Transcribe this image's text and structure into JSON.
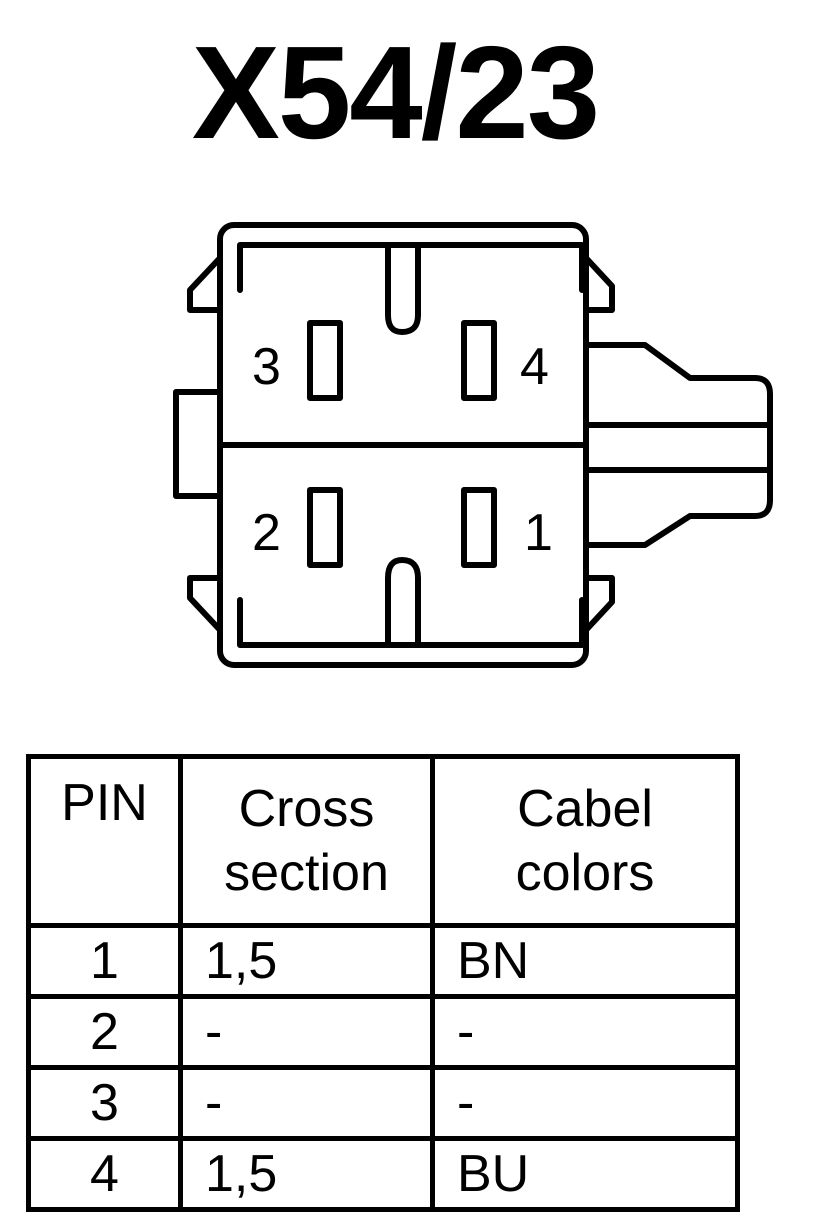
{
  "title": "X54/23",
  "connector": {
    "pins": [
      {
        "number": "3",
        "row": "top",
        "side": "left"
      },
      {
        "number": "4",
        "row": "top",
        "side": "right"
      },
      {
        "number": "2",
        "row": "bottom",
        "side": "left"
      },
      {
        "number": "1",
        "row": "bottom",
        "side": "right"
      }
    ]
  },
  "table": {
    "headers": {
      "pin": "PIN",
      "cross_section_line1": "Cross",
      "cross_section_line2": "section",
      "cable_colors_line1": "Cabel",
      "cable_colors_line2": "colors"
    },
    "rows": [
      {
        "pin": "1",
        "cross_section": "1,5",
        "color": "BN"
      },
      {
        "pin": "2",
        "cross_section": "-",
        "color": "-"
      },
      {
        "pin": "3",
        "cross_section": "-",
        "color": "-"
      },
      {
        "pin": "4",
        "cross_section": "1,5",
        "color": "BU"
      }
    ]
  }
}
